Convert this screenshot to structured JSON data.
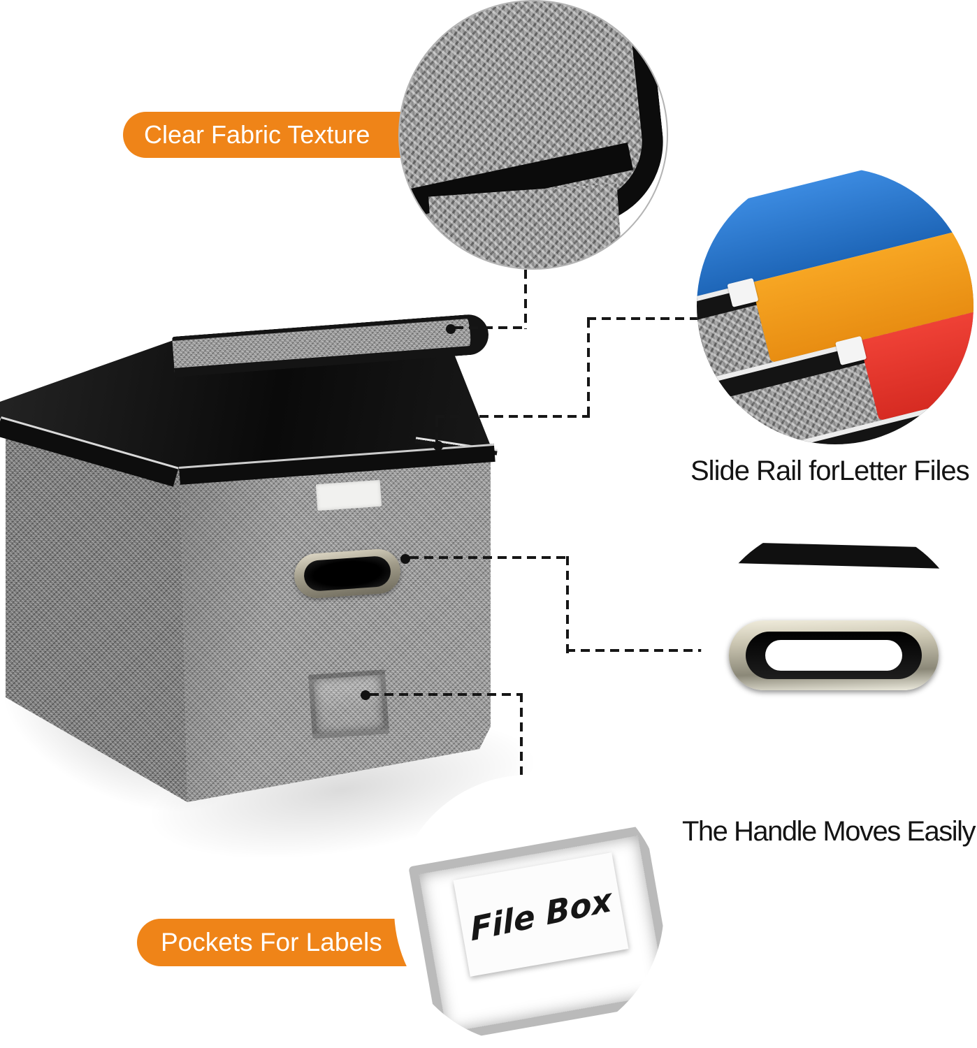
{
  "image_title": "File box product feature infographic",
  "callouts": {
    "fabric_texture": {
      "label": "Clear Fabric Texture"
    },
    "slide_rail": {
      "label": "Slide Rail forLetter Files"
    },
    "handle": {
      "label": "The Handle Moves Easily"
    },
    "label_pockets": {
      "label": "Pockets For Labels"
    }
  },
  "label_card": {
    "text": "File Box"
  },
  "colors": {
    "accent_orange": "#EF8418",
    "fabric_gray": "#9A9A9A",
    "trim_black": "#101010",
    "folder_blue": "#2F7FD2",
    "folder_orange": "#F29C1F",
    "folder_red": "#E23A2E",
    "folder_yellow": "#F2E45A",
    "handle_metal": "#C9C4B0"
  }
}
